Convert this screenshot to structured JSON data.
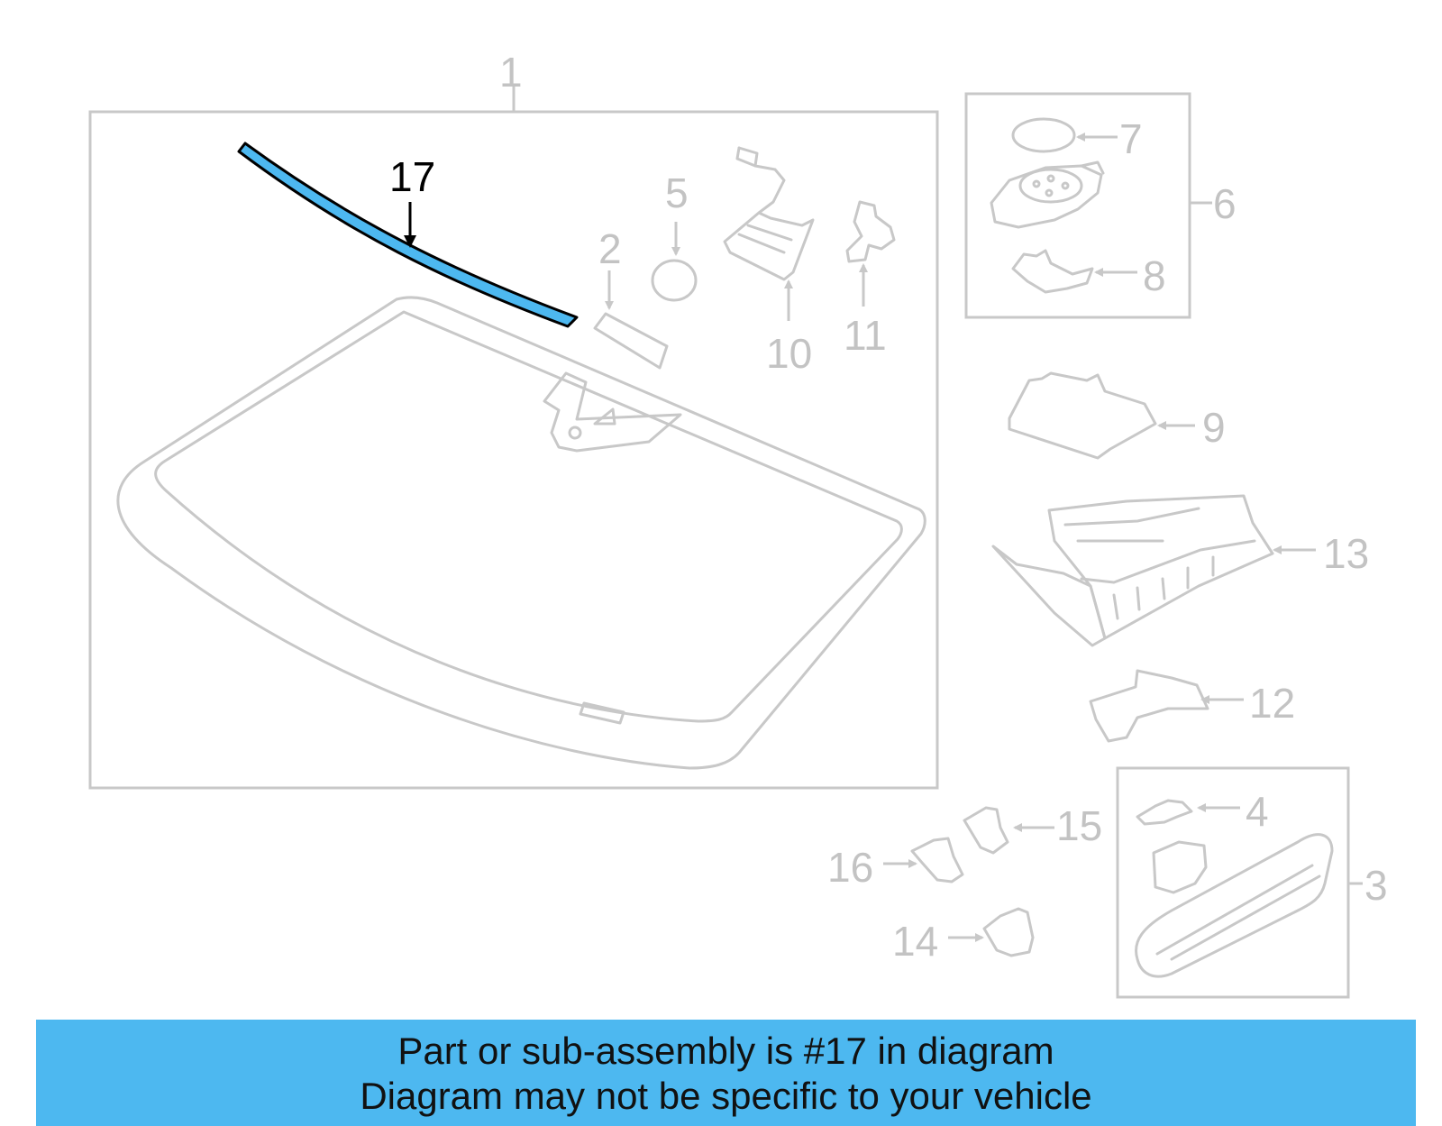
{
  "diagram": {
    "highlight_color": "#4db8f0",
    "part_color": "#c8c8c8",
    "callouts": {
      "c1": "1",
      "c2": "2",
      "c3": "3",
      "c4": "4",
      "c5": "5",
      "c6": "6",
      "c7": "7",
      "c8": "8",
      "c9": "9",
      "c10": "10",
      "c11": "11",
      "c12": "12",
      "c13": "13",
      "c14": "14",
      "c15": "15",
      "c16": "16",
      "c17": "17"
    }
  },
  "banner": {
    "line1": "Part or sub-assembly is #17 in diagram",
    "line2": "Diagram may not be specific to your vehicle",
    "bg_color": "#4db8f0"
  }
}
